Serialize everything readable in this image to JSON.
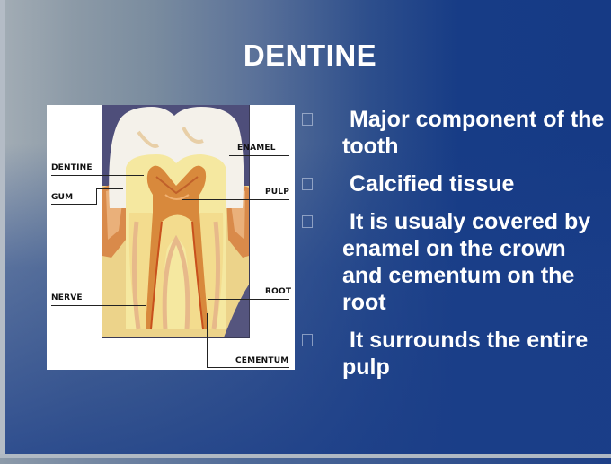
{
  "slide": {
    "title": "DENTINE",
    "colors": {
      "background_left": "#a3adb5",
      "background_right": "#163a85",
      "text": "#ffffff"
    },
    "figure": {
      "labels": {
        "enamel": "ENAMEL",
        "dentine": "DENTINE",
        "gum": "GUM",
        "pulp": "PULP",
        "nerve": "NERVE",
        "root": "ROOT",
        "cementum": "CEMENTUM"
      }
    },
    "bullets": [
      {
        "icon": "square-bullet-icon",
        "text": "Major component of the tooth"
      },
      {
        "icon": "square-bullet-icon",
        "text": "Calcified tissue"
      },
      {
        "icon": "square-bullet-icon",
        "text": "It is usualy covered by enamel on the crown and cementum on the root"
      },
      {
        "icon": "square-bullet-icon",
        "text": "It surrounds the entire pulp"
      }
    ]
  }
}
